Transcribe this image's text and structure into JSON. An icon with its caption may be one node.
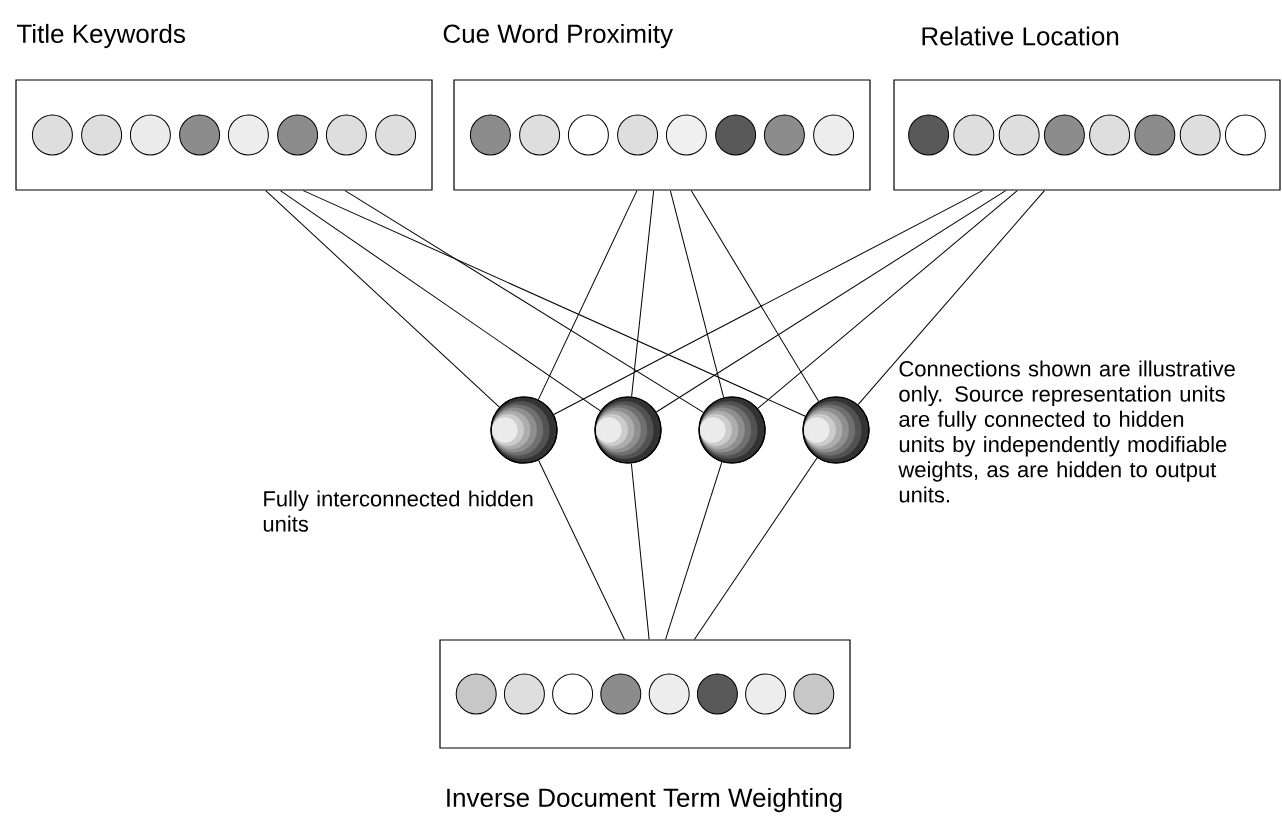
{
  "diagram": {
    "nodes": [
      {
        "text": [
          "Title Keywords"
        ]
      },
      {
        "text": [
          "Cue Word Proximity"
        ]
      },
      {
        "text": [
          "Relative Location"
        ]
      },
      {
        "text": [],
        "shape": "circle"
      },
      {
        "text": [],
        "shape": "circle"
      },
      {
        "text": [],
        "shape": "circle"
      },
      {
        "text": [],
        "shape": "circle"
      },
      {
        "text": [
          "Inverse Document Term Weighting"
        ]
      }
    ],
    "edges": [
      {
        "from": 0,
        "to": 3,
        "arrow": "none"
      },
      {
        "from": 0,
        "to": 4,
        "arrow": "none"
      },
      {
        "from": 0,
        "to": 6,
        "arrow": "none"
      },
      {
        "from": 0,
        "to": 5,
        "arrow": "none"
      },
      {
        "from": 1,
        "to": 3,
        "arrow": "none"
      },
      {
        "from": 1,
        "to": 4,
        "arrow": "none"
      },
      {
        "from": 1,
        "to": 5,
        "arrow": "none"
      },
      {
        "from": 1,
        "to": 6,
        "arrow": "none"
      },
      {
        "from": 2,
        "to": 3,
        "arrow": "none"
      },
      {
        "from": 2,
        "to": 4,
        "arrow": "none"
      },
      {
        "from": 2,
        "to": 5,
        "arrow": "none"
      },
      {
        "from": 2,
        "to": 6,
        "arrow": "none"
      },
      {
        "from": 3,
        "to": 7,
        "arrow": "none"
      },
      {
        "from": 4,
        "to": 7,
        "arrow": "none"
      },
      {
        "from": 5,
        "to": 7,
        "arrow": "none"
      },
      {
        "from": 6,
        "to": 7,
        "arrow": "none"
      }
    ],
    "labels": [
      "Fully interconnected hidden units",
      "Connections shown are illustrative only. Source representation units are fully connected to hidden units by  independently modifiable weights, as are hidden to output units."
    ]
  }
}
